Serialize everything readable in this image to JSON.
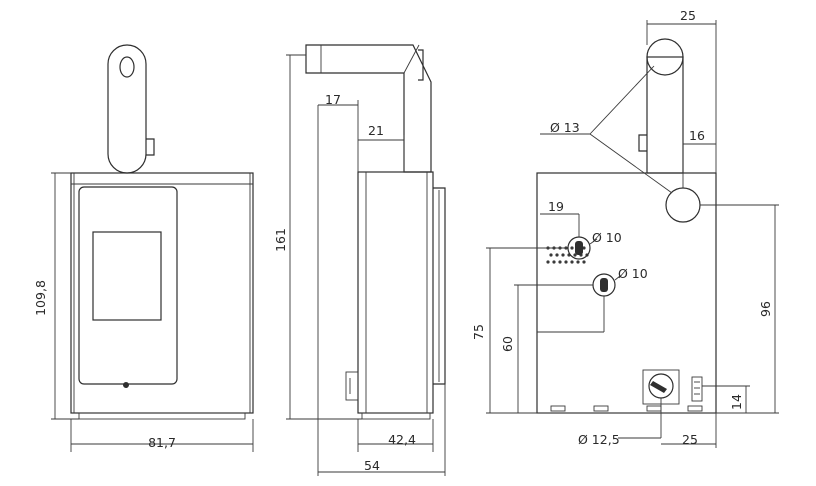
{
  "front_view": {
    "width_label": "81,7",
    "height_label": "109,8"
  },
  "side_view": {
    "height_label": "161",
    "offset_17_label": "17",
    "offset_21_label": "21",
    "depth_label": "42,4",
    "total_depth_label": "54"
  },
  "rear_view": {
    "flue_width_label": "25",
    "flue_diameter_label": "Ø 13",
    "flue_offset_label": "16",
    "inlet_offset_label": "19",
    "inlet_upper_label": "Ø 10",
    "inlet_lower_label": "Ø 10",
    "height_75_label": "75",
    "height_60_label": "60",
    "height_96_label": "96",
    "outlet_diameter_label": "Ø 12,5",
    "outlet_offset_label": "25",
    "outlet_height_label": "14"
  }
}
